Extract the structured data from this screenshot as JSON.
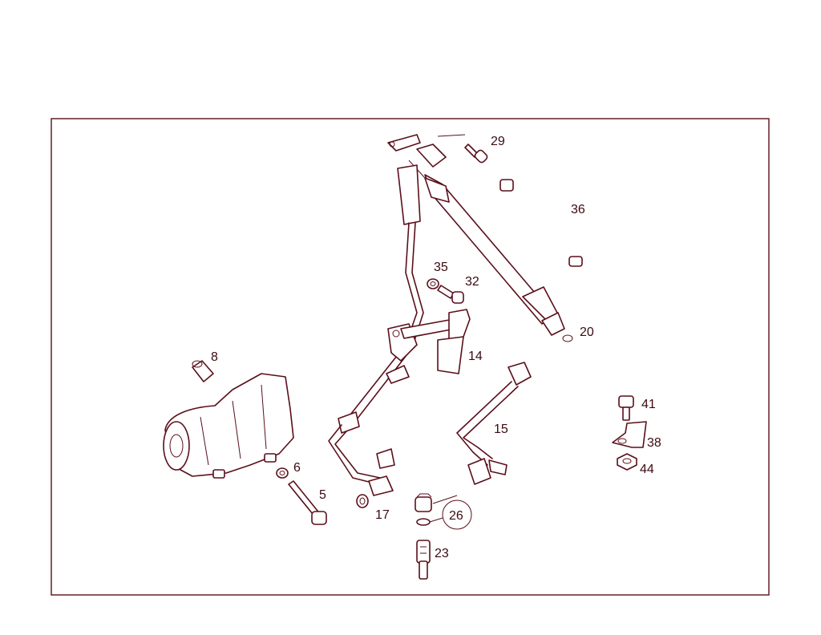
{
  "colors": {
    "line": "#5a0f1a",
    "text": "#3a0a10",
    "background": "#ffffff"
  },
  "callouts": {
    "c29": "29",
    "c36": "36",
    "c35": "35",
    "c32": "32",
    "c20": "20",
    "c14": "14",
    "c8": "8",
    "c15": "15",
    "c41": "41",
    "c38": "38",
    "c44": "44",
    "c6": "6",
    "c5": "5",
    "c17": "17",
    "c26": "26",
    "c23": "23"
  }
}
